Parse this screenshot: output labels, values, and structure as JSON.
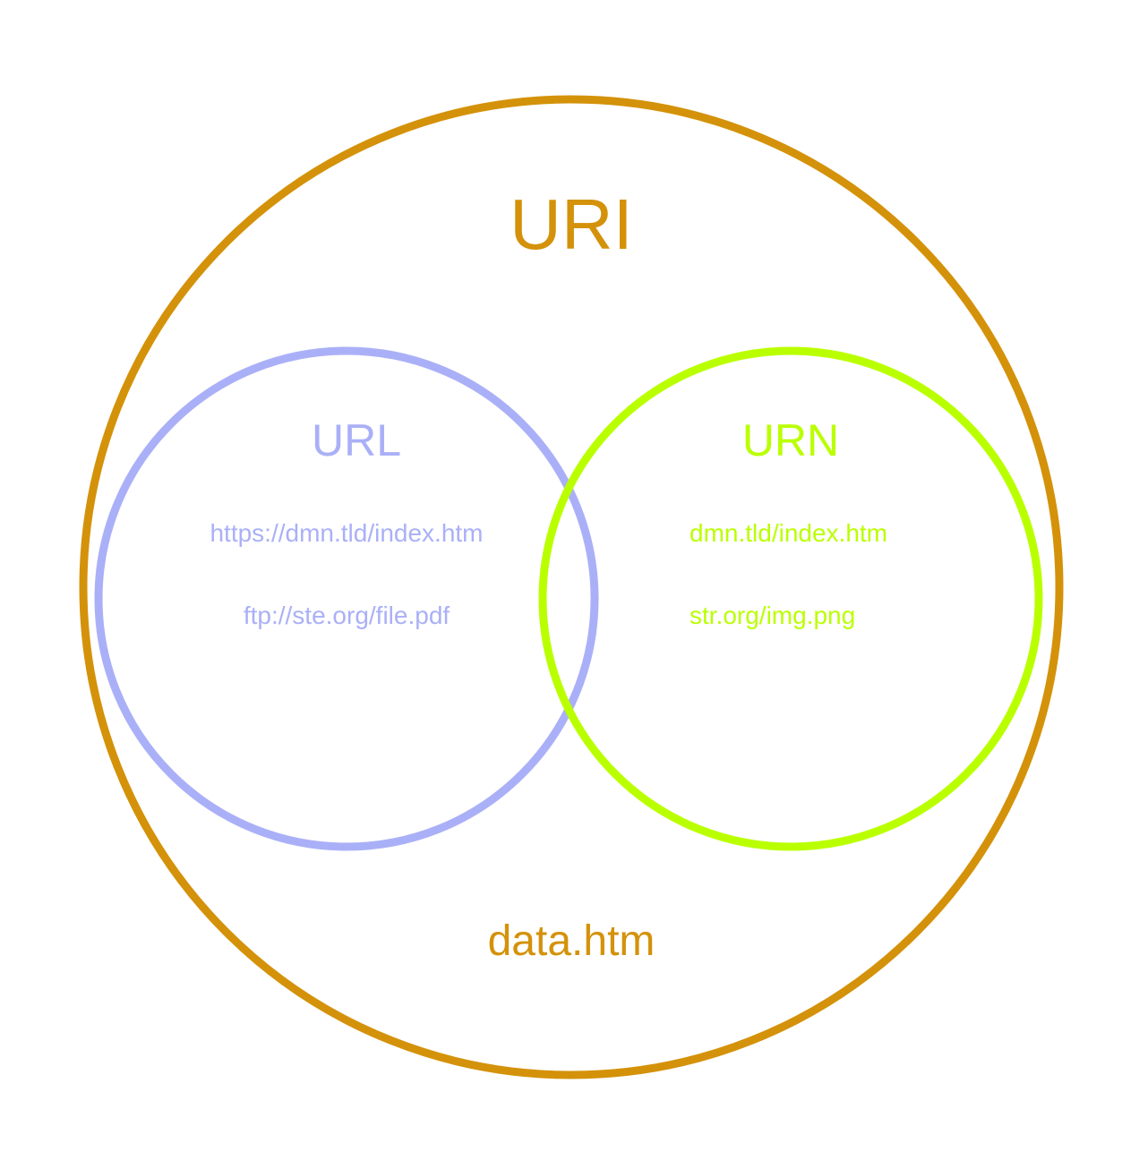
{
  "colors": {
    "background": "#ffffff",
    "uri": "#d4920a",
    "url": "#aab0f7",
    "urn": "#baff00"
  },
  "uri": {
    "label": "URI",
    "example": "data.htm"
  },
  "url": {
    "label": "URL",
    "examples": [
      "https://dmn.tld/index.htm",
      "ftp://ste.org/file.pdf"
    ]
  },
  "urn": {
    "label": "URN",
    "examples": [
      "dmn.tld/index.htm",
      "str.org/img.png"
    ]
  }
}
